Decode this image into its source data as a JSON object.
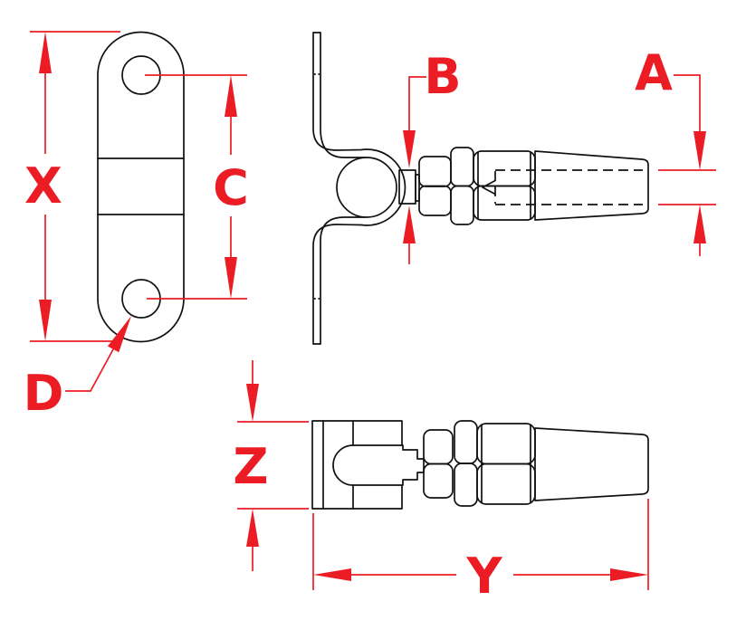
{
  "drawing": {
    "type": "technical-dimension-drawing",
    "colors": {
      "background": "#ffffff",
      "ink": "#111111",
      "dimension": "#ec1c24"
    },
    "labels": {
      "x": "X",
      "c": "C",
      "d": "D",
      "b": "B",
      "a": "A",
      "z": "Z",
      "y": "Y"
    }
  }
}
